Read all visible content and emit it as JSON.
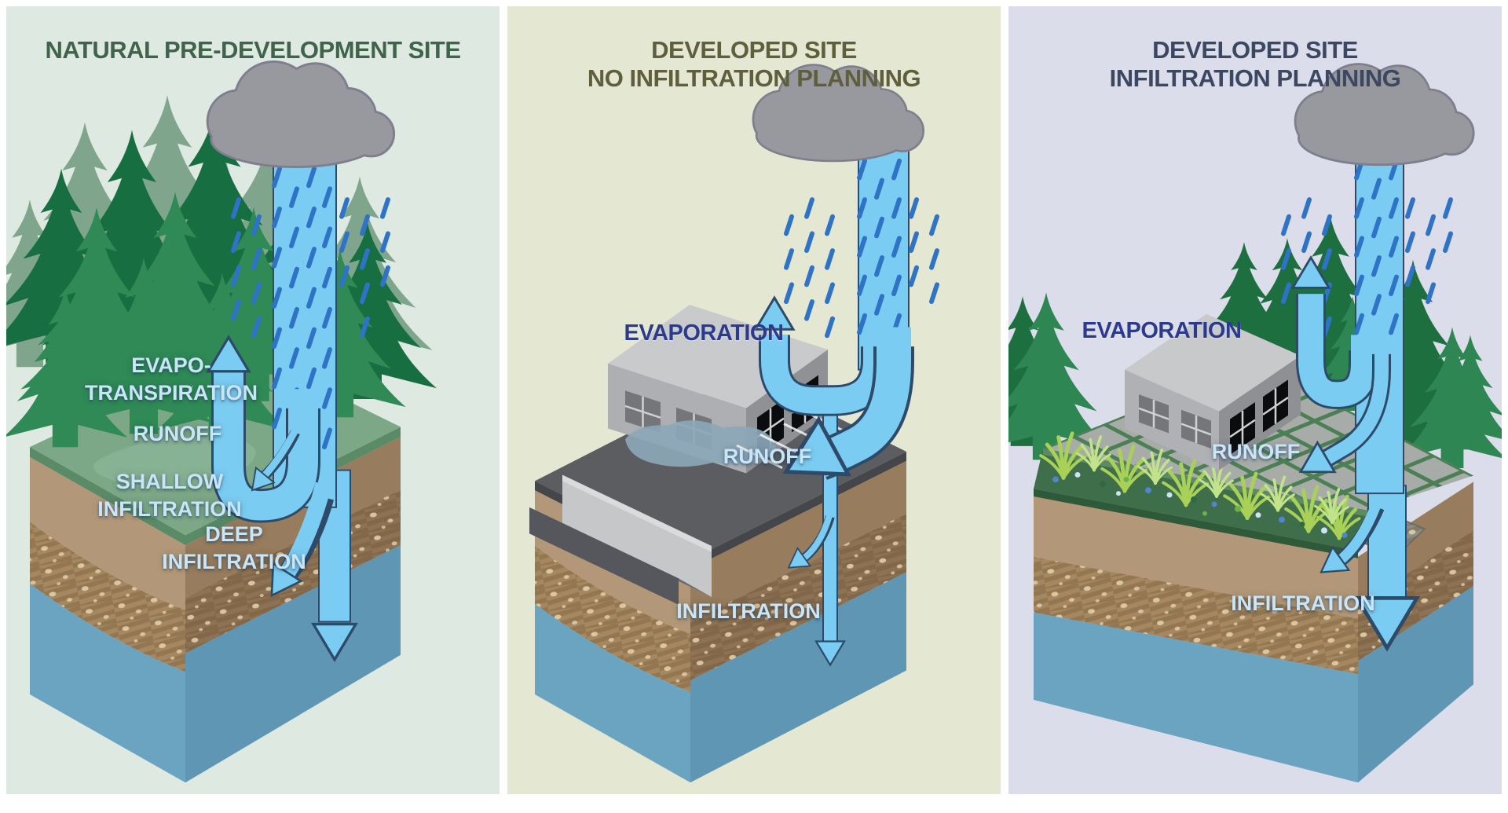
{
  "panel1": {
    "title": "NATURAL PRE-DEVELOPMENT SITE",
    "labels": {
      "evapo1": "EVAPO-",
      "evapo2": "TRANSPIRATION",
      "runoff": "RUNOFF",
      "shallow1": "SHALLOW",
      "shallow2": "INFILTRATION",
      "deep1": "DEEP",
      "deep2": "INFILTRATION"
    }
  },
  "panel2": {
    "title1": "DEVELOPED SITE",
    "title2": "NO INFILTRATION PLANNING",
    "labels": {
      "evaporation": "EVAPORATION",
      "runoff": "RUNOFF",
      "infiltration": "INFILTRATION"
    }
  },
  "panel3": {
    "title1": "DEVELOPED SITE",
    "title2": "INFILTRATION PLANNING",
    "labels": {
      "evaporation": "EVAPORATION",
      "runoff": "RUNOFF",
      "infiltration": "INFILTRATION"
    }
  },
  "colors": {
    "panel1_background": "#dee9e2",
    "panel2_background": "#e4e8d3",
    "panel3_background": "#dbdeea",
    "panel1_title": "#40634c",
    "panel2_title": "#5f5f3d",
    "panel3_title": "#3c4862",
    "water_arrow_blue": "#7bccf2",
    "arrow_outline": "#2e4a69",
    "rain_streak_blue": "#2f73c8",
    "flow_label_blue": "#c9e5f8",
    "evaporation_label_navy": "#2b3a8f",
    "cloud_gray": "#98989f",
    "grass_green": "#7ca887",
    "topsoil_brown": "#b29878",
    "subsoil_brown": "#a5885f",
    "groundwater_blue": "#6ba4c1",
    "pavement_gray": "#5b5d61"
  }
}
